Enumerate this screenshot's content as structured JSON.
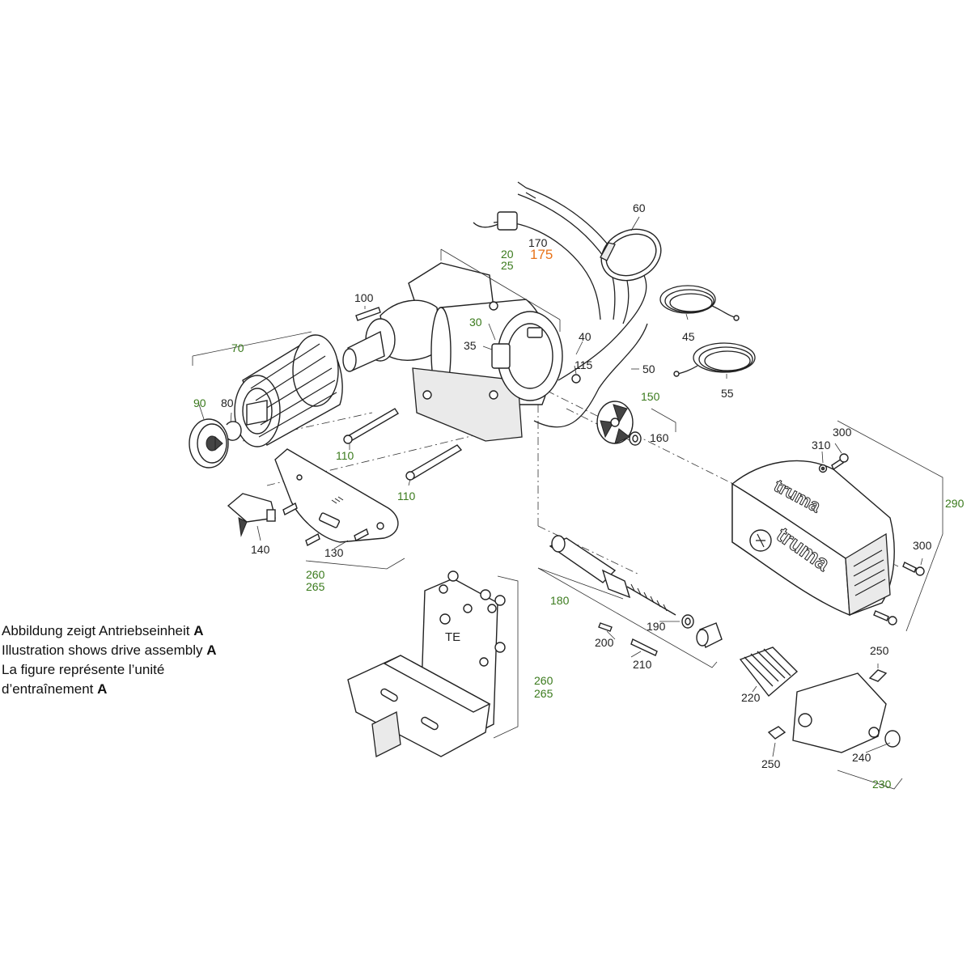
{
  "colors": {
    "black_number": "#222222",
    "green_number": "#3a7a1c",
    "orange_number": "#e8731a",
    "line": "#222222"
  },
  "callouts": {
    "c20": "20",
    "c25": "25",
    "c30": "30",
    "c35": "35",
    "c40": "40",
    "c45": "45",
    "c50": "50",
    "c55": "55",
    "c60": "60",
    "c70": "70",
    "c80": "80",
    "c90": "90",
    "c100": "100",
    "c110a": "110",
    "c110b": "110",
    "c115": "115",
    "c130": "130",
    "c140": "140",
    "c150": "150",
    "c160": "160",
    "c170": "170",
    "c175": "175",
    "c180": "180",
    "c190": "190",
    "c200": "200",
    "c210": "210",
    "c220": "220",
    "c230": "230",
    "c240": "240",
    "c250a": "250",
    "c250b": "250",
    "c260a": "260",
    "c265a": "265",
    "c260b": "260",
    "c265b": "265",
    "c290": "290",
    "c300a": "300",
    "c300b": "300",
    "c310": "310"
  },
  "parts": {
    "cover_brand": "truma",
    "cover_brand_side": "truma",
    "bracket_stamp": "TE"
  },
  "caption": {
    "line1": "Abbildung zeigt Antriebseinheit ",
    "line2": "Illustration shows drive assembly ",
    "line3": "La figure représente l’unité",
    "line4": "d’entraînement ",
    "letter": "A"
  }
}
